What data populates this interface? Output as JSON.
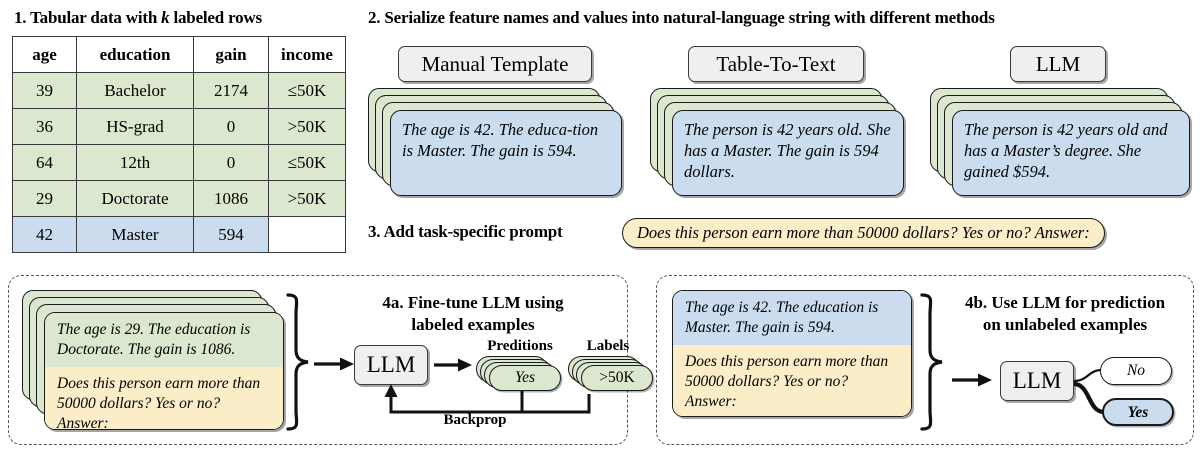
{
  "sections": {
    "s1_title_prefix": "1. Tabular data with ",
    "s1_title_k": "k",
    "s1_title_suffix": " labeled rows",
    "s2_title": "2. Serialize feature names and values into natural-language string with different methods",
    "s3_title": "3. Add task-specific prompt",
    "s4a_title_line1": "4a. Fine-tune LLM using",
    "s4a_title_line2": "labeled examples",
    "s4b_title_line1": "4b. Use LLM for prediction",
    "s4b_title_line2": "on unlabeled examples"
  },
  "table": {
    "headers": [
      "age",
      "education",
      "gain",
      "income"
    ],
    "rows": [
      {
        "cells": [
          "39",
          "Bachelor",
          "2174",
          "≤50K"
        ],
        "style": "labeled"
      },
      {
        "cells": [
          "36",
          "HS-grad",
          "0",
          ">50K"
        ],
        "style": "labeled"
      },
      {
        "cells": [
          "64",
          "12th",
          "0",
          "≤50K"
        ],
        "style": "labeled"
      },
      {
        "cells": [
          "29",
          "Doctorate",
          "1086",
          ">50K"
        ],
        "style": "labeled"
      },
      {
        "cells": [
          "42",
          "Master",
          "594",
          ""
        ],
        "style": "unlabeled"
      }
    ]
  },
  "methods": [
    {
      "label": "Manual Template",
      "text": "The age is 42. The educa-tion is Master. The gain is 594."
    },
    {
      "label": "Table-To-Text",
      "text": "The person is 42 years old. She has a Master. The gain is 594 dollars."
    },
    {
      "label": "LLM",
      "text": "The person is 42 years old and has a Master’s degree. She gained $594."
    }
  ],
  "prompt": {
    "text": "Does this person earn more than 50000 dollars? Yes or no? Answer:"
  },
  "panel_4a": {
    "card_serialized": "The age is 29. The education is Doctorate. The gain is 1086.",
    "card_prompt": "Does this person earn more than 50000 dollars? Yes or no? Answer:",
    "llm_label": "LLM",
    "predictions_label": "Preditions",
    "labels_label": "Labels",
    "prediction_value": "Yes",
    "label_value": ">50K",
    "backprop_label": "Backprop"
  },
  "panel_4b": {
    "card_serialized": "The age is 42. The education is Master. The gain is 594.",
    "card_prompt": "Does this person earn more than 50000 dollars? Yes or no? Answer:",
    "llm_label": "LLM",
    "option_no": "No",
    "option_yes": "Yes"
  },
  "colors": {
    "labeled_green": "#dbe7ce",
    "unlabeled_blue": "#cbdcef",
    "prompt_yellow": "#faedc8",
    "box_gray": "#efefef",
    "stroke": "#1a1a1a",
    "dashed": "#555555"
  }
}
